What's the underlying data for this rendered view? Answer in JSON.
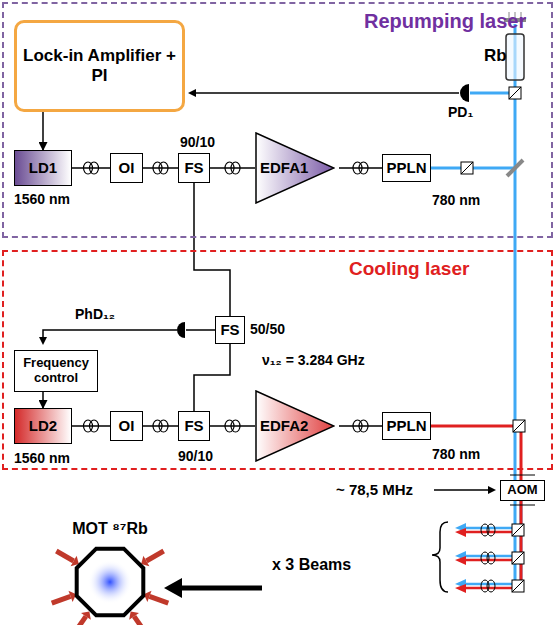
{
  "diagram": {
    "nodes": [
      {
        "text": [
          "Repumping laser"
        ]
      },
      {
        "text": [
          "Lock-in Amplifier + PI"
        ],
        "in": 0
      },
      {
        "text": [
          "LD1"
        ],
        "in": 0
      },
      {
        "text": [
          "OI"
        ],
        "in": 0
      },
      {
        "text": [
          "FS"
        ],
        "in": 0
      },
      {
        "text": [
          "EDFA1"
        ],
        "in": 0
      },
      {
        "text": [
          "PPLN"
        ],
        "in": 0
      },
      {
        "text": [
          "Cooling laser"
        ]
      },
      {
        "text": [
          "FS"
        ],
        "in": 7
      },
      {
        "text": [
          "Frequency control"
        ],
        "in": 7
      },
      {
        "text": [
          "LD2"
        ],
        "in": 7
      },
      {
        "text": [
          "OI"
        ],
        "in": 7
      },
      {
        "text": [
          "FS"
        ],
        "in": 7
      },
      {
        "text": [
          "EDFA2"
        ],
        "in": 7
      },
      {
        "text": [
          "PPLN"
        ],
        "in": 7
      },
      {
        "text": [
          "AOM"
        ]
      },
      {
        "text": [
          "MOT ⁸⁷Rb"
        ]
      }
    ],
    "edges": [
      {
        "from": 2,
        "to": 3,
        "arrow": "none"
      },
      {
        "from": 3,
        "to": 4,
        "arrow": "none"
      },
      {
        "from": 4,
        "to": 5,
        "arrow": "none"
      },
      {
        "from": 5,
        "to": 6,
        "arrow": "none"
      },
      {
        "from": 4,
        "to": 8,
        "arrow": "none"
      },
      {
        "from": 1,
        "to": 2,
        "arrow": "to"
      },
      {
        "from": 10,
        "to": 11,
        "arrow": "none"
      },
      {
        "from": 11,
        "to": 12,
        "arrow": "none"
      },
      {
        "from": 12,
        "to": 13,
        "arrow": "none"
      },
      {
        "from": 13,
        "to": 14,
        "arrow": "none"
      },
      {
        "from": 12,
        "to": 8,
        "arrow": "none"
      },
      {
        "from": 9,
        "to": 10,
        "arrow": "to"
      }
    ],
    "labels": [
      "Rb",
      "PD₁",
      "1560 nm",
      "90/10",
      "780 nm",
      "PhD₁₂",
      "50/50",
      "ν₁₂ = 3.284 GHz",
      "1560 nm",
      "90/10",
      "780 nm",
      "~ 78,5 MHz",
      "x 3 Beams"
    ]
  }
}
